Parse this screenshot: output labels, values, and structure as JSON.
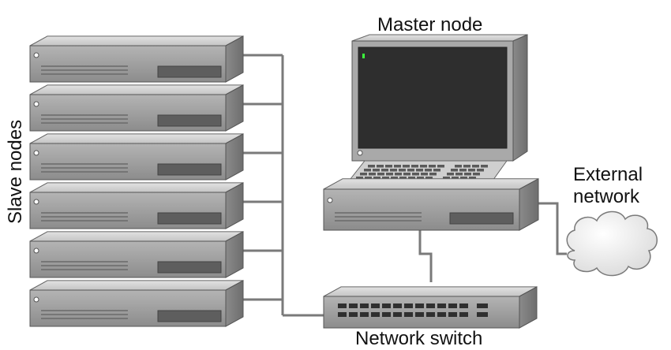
{
  "labels": {
    "master_node": "Master node",
    "slave_nodes": "Slave nodes",
    "external_network_line1": "External",
    "external_network_line2": "network",
    "network_switch": "Network switch"
  },
  "slave_node_count": 6,
  "colors": {
    "chassis_front": "#9a9a9a",
    "chassis_top": "#d2d2d2",
    "chassis_side": "#7f7f7f",
    "cable": "#7a7a7a",
    "screen": "#2e2e2e",
    "cursor": "#3cff3c",
    "cloud": "#ececec"
  }
}
